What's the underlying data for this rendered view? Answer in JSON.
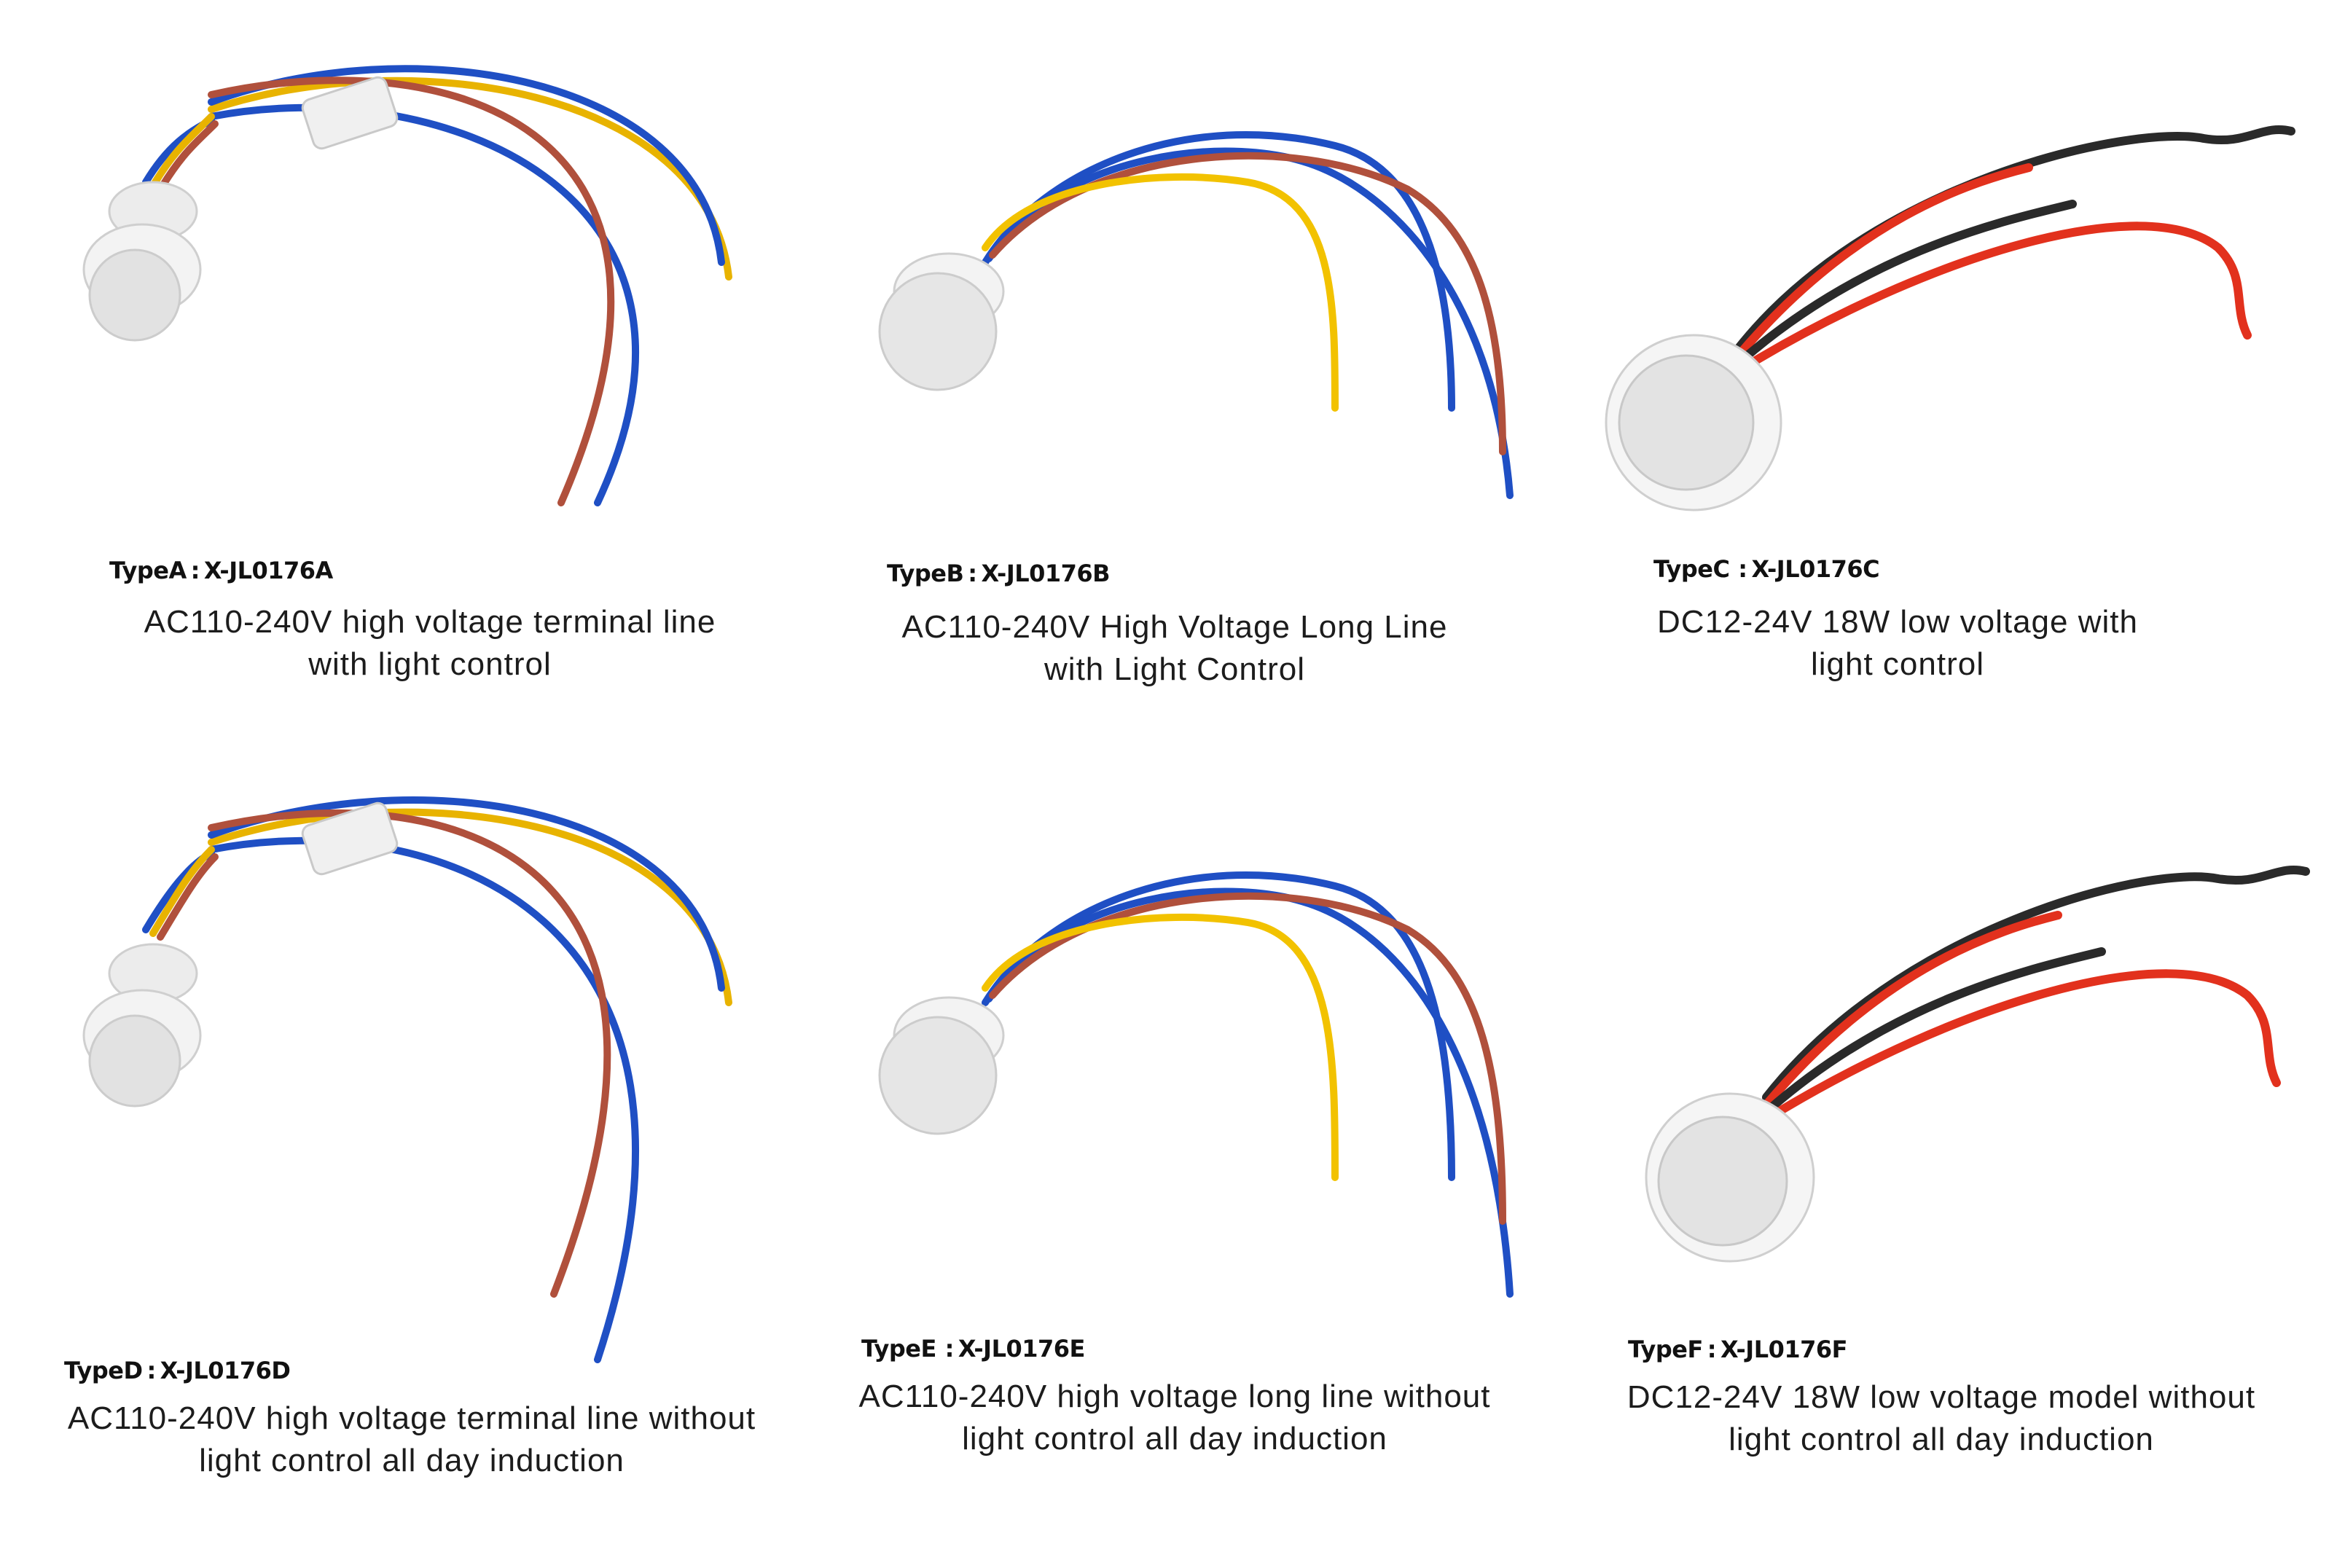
{
  "products": [
    {
      "type_label": "TypeA : X-JL0176A",
      "line1": "AC110-240V high voltage terminal line",
      "line2": "with light control",
      "sensor": "sensor-with-connector"
    },
    {
      "type_label": "TypeB : X-JL0176B",
      "line1": "AC110-240V High Voltage Long Line",
      "line2": "with Light Control",
      "sensor": "sensor-long-line"
    },
    {
      "type_label": "TypeC  : X-JL0176C",
      "line1": "DC12-24V 18W low voltage with",
      "line2": "light control",
      "sensor": "sensor-low-voltage"
    },
    {
      "type_label": "TypeD : X-JL0176D",
      "line1": "AC110-240V high voltage terminal line without",
      "line2": "light control all day induction",
      "sensor": "sensor-with-connector"
    },
    {
      "type_label": "TypeE  : X-JL0176E",
      "line1": "AC110-240V high voltage long line without",
      "line2": "light control all day induction",
      "sensor": "sensor-long-line"
    },
    {
      "type_label": "TypeF : X-JL0176F",
      "line1": "DC12-24V 18W low voltage model without",
      "line2": "light control all day induction",
      "sensor": "sensor-low-voltage"
    }
  ],
  "wire_colors": {
    "blue": "#1f4fc4",
    "brown": "#b0503c",
    "yellow": "#f2c200",
    "red": "#e2311d",
    "black": "#2a2a2a",
    "white_housing": "#f1f1f1"
  }
}
